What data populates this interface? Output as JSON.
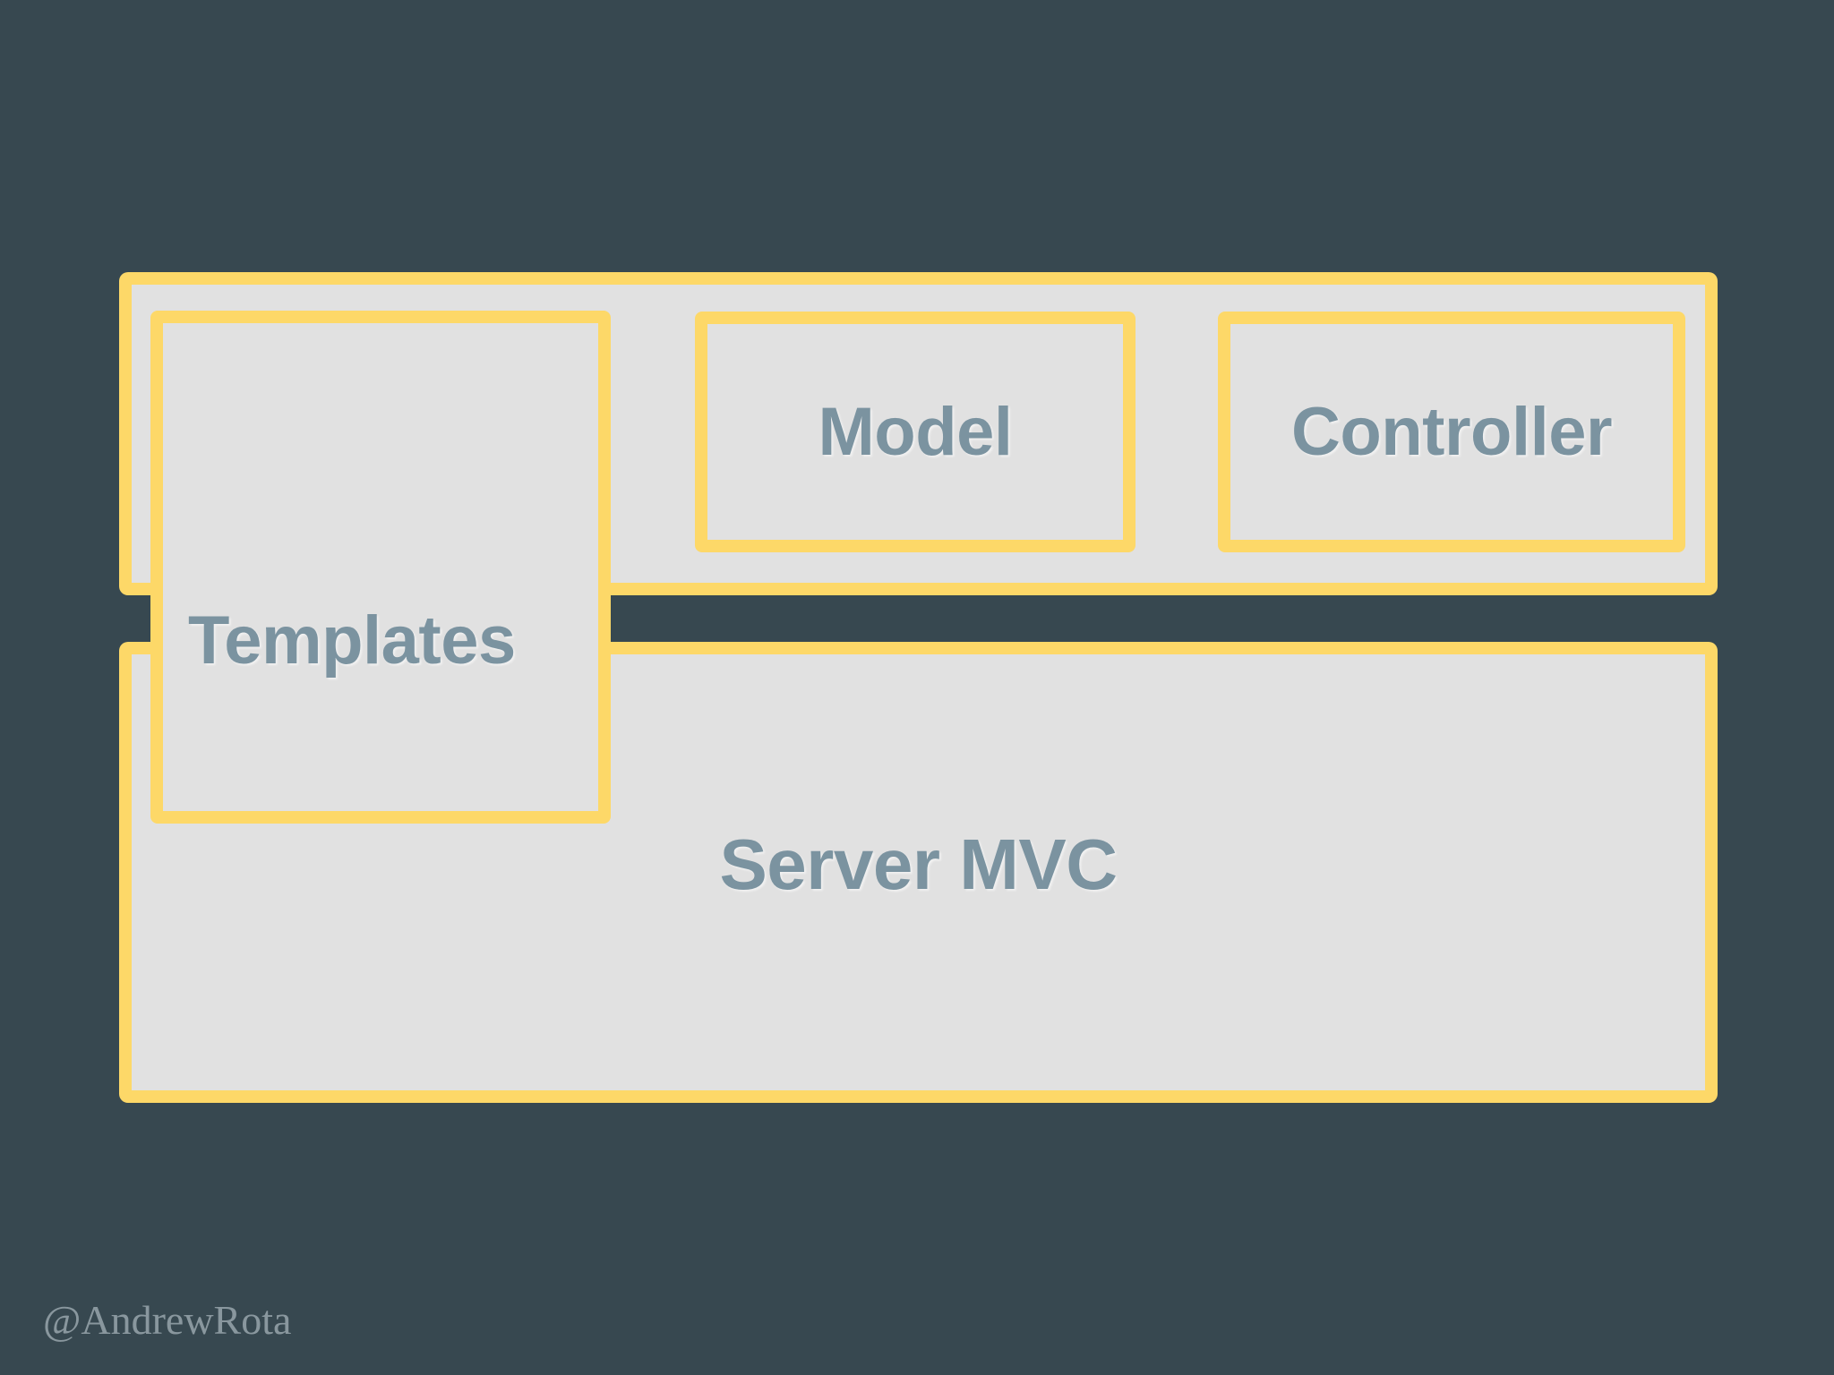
{
  "slide": {
    "title": "Server MVC architecture diagram",
    "background_color": "#374850",
    "accent_color": "#fdd868",
    "panel_fill_color": "#e1e1e1",
    "label_color": "#7b93a0"
  },
  "diagram": {
    "client_container": {
      "name": "client-container",
      "label": ""
    },
    "server_container": {
      "name": "server-container",
      "label": "Server MVC"
    },
    "boxes": [
      {
        "id": "templates",
        "label": "Templates"
      },
      {
        "id": "model",
        "label": "Model"
      },
      {
        "id": "controller",
        "label": "Controller"
      }
    ]
  },
  "watermark": {
    "handle": "@AndrewRota"
  }
}
